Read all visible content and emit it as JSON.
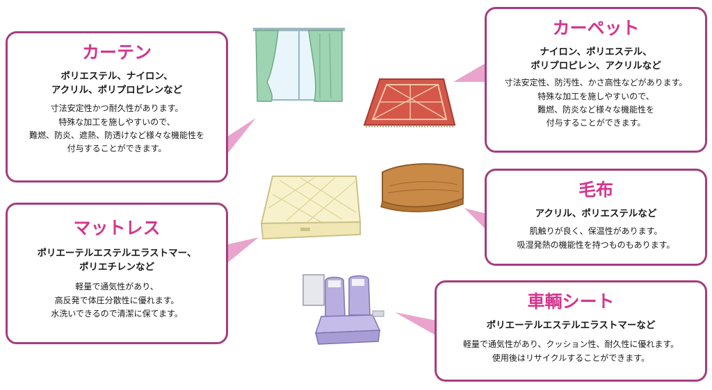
{
  "colors": {
    "title": "#d4358f",
    "border": "#a33d7e",
    "pointer": "#e8a4cc"
  },
  "cards": {
    "curtain": {
      "title": "カーテン",
      "materials": [
        "ポリエステル、ナイロン、",
        "アクリル、ポリプロピレンなど"
      ],
      "description": [
        "寸法安定性かつ耐久性があります。",
        "特殊な加工を施しやすいので、",
        "難燃、防炎、遮熱、防透けなど様々な機能性を",
        "付与することができます。"
      ]
    },
    "carpet": {
      "title": "カーペット",
      "materials": [
        "ナイロン、ポリエステル、",
        "ポリプロピレン、アクリルなど"
      ],
      "description": [
        "寸法安定性、防汚性、かさ高性などがあります。",
        "特殊な加工を施しやすいので、",
        "難燃、防炎など様々な機能性を",
        "付与することができます。"
      ]
    },
    "mattress": {
      "title": "マットレス",
      "materials": [
        "ポリエーテルエステルエラストマー、",
        "ポリエチレンなど"
      ],
      "description": [
        "軽量で通気性があり、",
        "高反発で体圧分散性に優れます。",
        "水洗いできるので清潔に保てます。"
      ]
    },
    "blanket": {
      "title": "毛布",
      "materials": [
        "アクリル、ポリエステルなど"
      ],
      "description": [
        "肌触りが良く、保温性があります。",
        "吸湿発熱の機能性を持つものもあります。"
      ]
    },
    "seat": {
      "title": "車輌シート",
      "materials": [
        "ポリエーテルエステルエラストマーなど"
      ],
      "description": [
        "軽量で通気性があり、クッション性、耐久性に優れます。",
        "使用後はリサイクルすることができます。"
      ]
    }
  }
}
